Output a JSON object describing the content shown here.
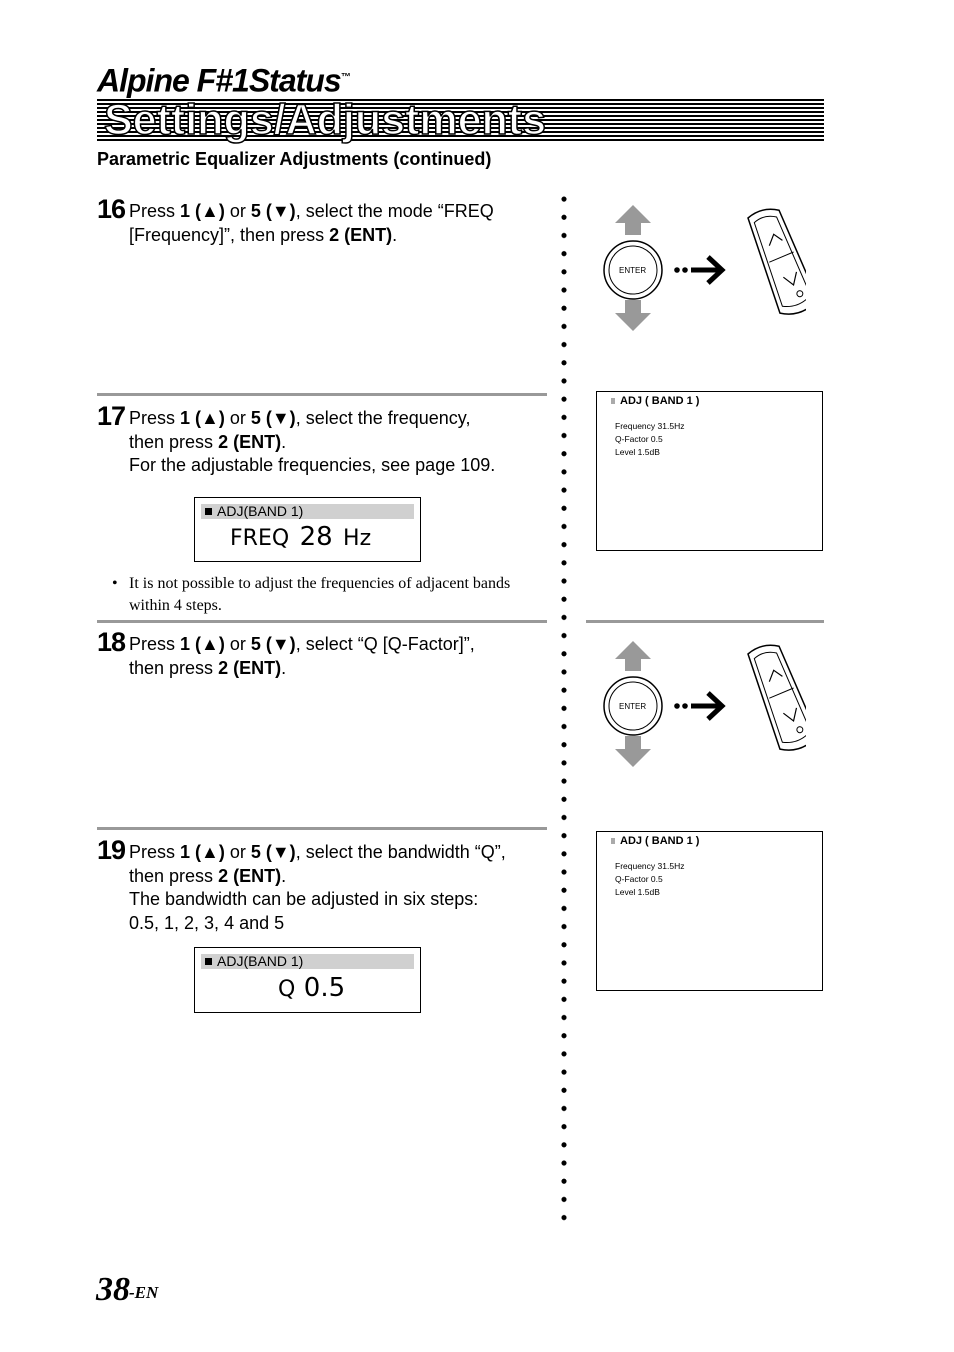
{
  "header": {
    "brand": "Alpine F#1Status",
    "brand_tm": "™",
    "title": "Settings/Adjustments",
    "subtitle": "Parametric Equalizer Adjustments (continued)"
  },
  "steps": [
    {
      "number": "16",
      "lines": [
        [
          "Press ",
          "1 (▲)",
          " or ",
          "5 (▼)",
          ", select the mode “FREQ"
        ],
        [
          "[Frequency]”, then press ",
          "2 (ENT)",
          "."
        ]
      ]
    },
    {
      "number": "17",
      "line1": {
        "a": "Press ",
        "b": "1 (▲)",
        "c": " or ",
        "d": "5 (▼)",
        "e": ", select  the frequency,"
      },
      "line2": {
        "a": "then press ",
        "b": "2 (ENT)",
        "c": "."
      },
      "line3": "For the adjustable frequencies, see page 109.",
      "display": {
        "header": "ADJ(BAND  1)",
        "label": "FREQ",
        "value": "28",
        "unit": "Hz"
      },
      "note": "It is not possible to adjust the frequencies of adjacent bands within 4 steps."
    },
    {
      "number": "18",
      "line1": {
        "a": "Press ",
        "b": "1 (▲)",
        "c": " or ",
        "d": "5 (▼)",
        "e": ", select “Q [Q-Factor]”,"
      },
      "line2": {
        "a": "then press ",
        "b": "2 (ENT)",
        "c": "."
      }
    },
    {
      "number": "19",
      "line1": {
        "a": "Press ",
        "b": "1 (▲)",
        "c": " or ",
        "d": "5 (▼)",
        "e": ", select the bandwidth “Q”,"
      },
      "line2": {
        "a": "then press ",
        "b": "2 (ENT)",
        "c": "."
      },
      "line3": "The bandwidth can be adjusted in six steps:",
      "line4": "0.5, 1, 2, 3, 4 and 5",
      "display": {
        "header": "ADJ(BAND  1)",
        "label": "Q",
        "value": "0.5"
      }
    }
  ],
  "screens": [
    {
      "header": "ADJ ( BAND   1 )",
      "lines": [
        "Frequency  31.5Hz",
        "Q-Factor  0.5",
        "Level  1.5dB"
      ]
    },
    {
      "header": "ADJ ( BAND   1 )",
      "lines": [
        "Frequency  31.5Hz",
        "Q-Factor  0.5",
        "Level  1.5dB"
      ]
    }
  ],
  "controller": {
    "enter_label": "ENTER"
  },
  "footer": {
    "page_number": "38",
    "suffix": "-EN"
  }
}
